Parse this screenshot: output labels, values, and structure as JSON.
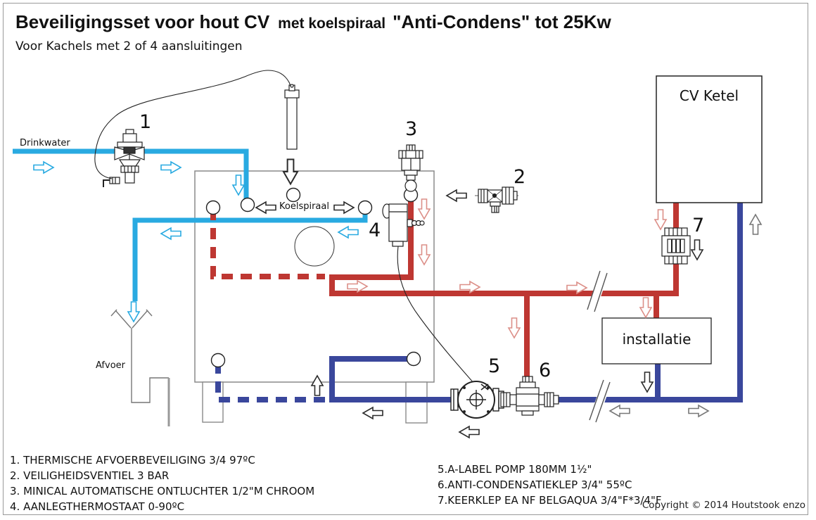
{
  "title": {
    "main": "Beveiligingsset voor hout CV",
    "mid": "met koelspiraal",
    "quote": "\"Anti-Condens\" tot 25Kw",
    "subtitle": "Voor Kachels met 2 of 4 aansluitingen"
  },
  "labels": {
    "drinkwater": "Drinkwater",
    "afvoer": "Afvoer",
    "koelspiraal": "Koelspiraal",
    "cv_ketel": "CV Ketel",
    "installatie": "installatie"
  },
  "markers": {
    "c1": "1",
    "c2": "2",
    "c3": "3",
    "c4": "4",
    "c5": "5",
    "c6": "6",
    "c7": "7"
  },
  "legend": {
    "left": [
      "1. THERMISCHE AFVOERBEVEILIGING 3/4 97ºC",
      "2. VEILIGHEIDSVENTIEL 3 BAR",
      "3. MINICAL AUTOMATISCHE ONTLUCHTER 1/2\"M CHROOM",
      "4. AANLEGTHERMOSTAAT 0-90ºC"
    ],
    "right": [
      "5.A-LABEL POMP 180MM 1½\"",
      "6.ANTI-CONDENSATIEKLEP 3/4\" 55ºC",
      "7.KEERKLEP EA NF BELGAQUA 3/4\"F*3/4\"F"
    ]
  },
  "copyright": "Copyright © 2014 Houtstook enzo",
  "colors": {
    "cold_water": "#29aae1",
    "hot_supply": "#be3732",
    "return_line": "#3a479c",
    "hot_flow_arrow": "#dc8f88"
  }
}
